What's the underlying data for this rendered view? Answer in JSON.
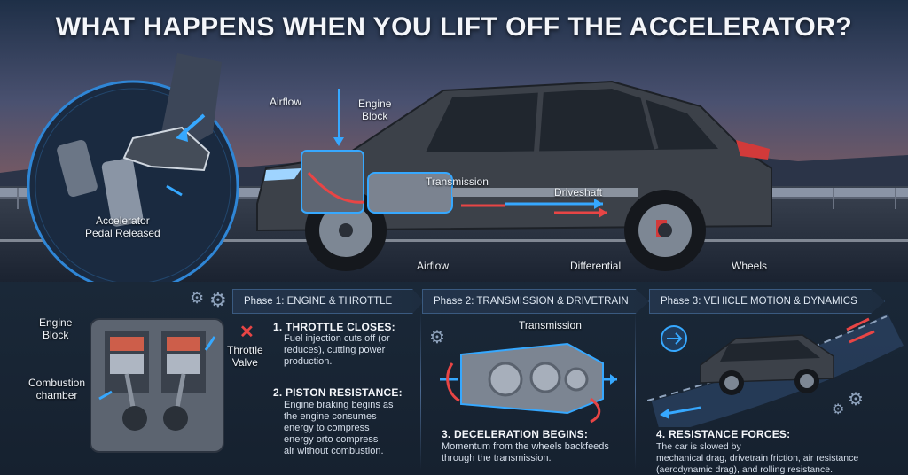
{
  "title": "WHAT HAPPENS WHEN YOU LIFT OFF THE ACCELERATOR?",
  "labels": {
    "accelerator": "Accelerator\nPedal Released",
    "airflow_top": "Airflow",
    "engine_block_top": "Engine\nBlock",
    "transmission_top": "Transmission",
    "driveshaft": "Driveshaft",
    "airflow_bottom": "Airflow",
    "differential": "Differential",
    "wheels": "Wheels"
  },
  "phases": [
    {
      "label": "Phase 1: ENGINE & THROTTLE"
    },
    {
      "label": "Phase 2: TRANSMISSION & DRIVETRAIN"
    },
    {
      "label": "Phase 3: VEHICLE MOTION & DYNAMICS"
    }
  ],
  "engine_labels": {
    "engine_block": "Engine\nBlock",
    "throttle_valve": "Throttle\nValve",
    "combustion_chamber": "Combustion\nchamber",
    "transmission": "Transmission"
  },
  "steps": [
    {
      "title": "1. THROTTLE CLOSES:",
      "body": "Fuel injection cuts off (or\nreduces), cutting power\nproduction."
    },
    {
      "title": "2. PISTON RESISTANCE:",
      "body": "Engine braking begins as\nthe engine consumes\nenergy to compress\nenergy orto compress\nair without combustion."
    },
    {
      "title": "3. DECELERATION BEGINS:",
      "body": "Momentum from the wheels backfeeds\nthrough the transmission."
    },
    {
      "title": "4. RESISTANCE FORCES:",
      "body": "The car is slowed by\nmechanical drag, drivetrain friction, air resistance\n(aerodynamic drag), and rolling resistance."
    }
  ],
  "colors": {
    "accent_blue": "#36a8ff",
    "accent_red": "#e84545",
    "car_body": "#3c4149"
  }
}
